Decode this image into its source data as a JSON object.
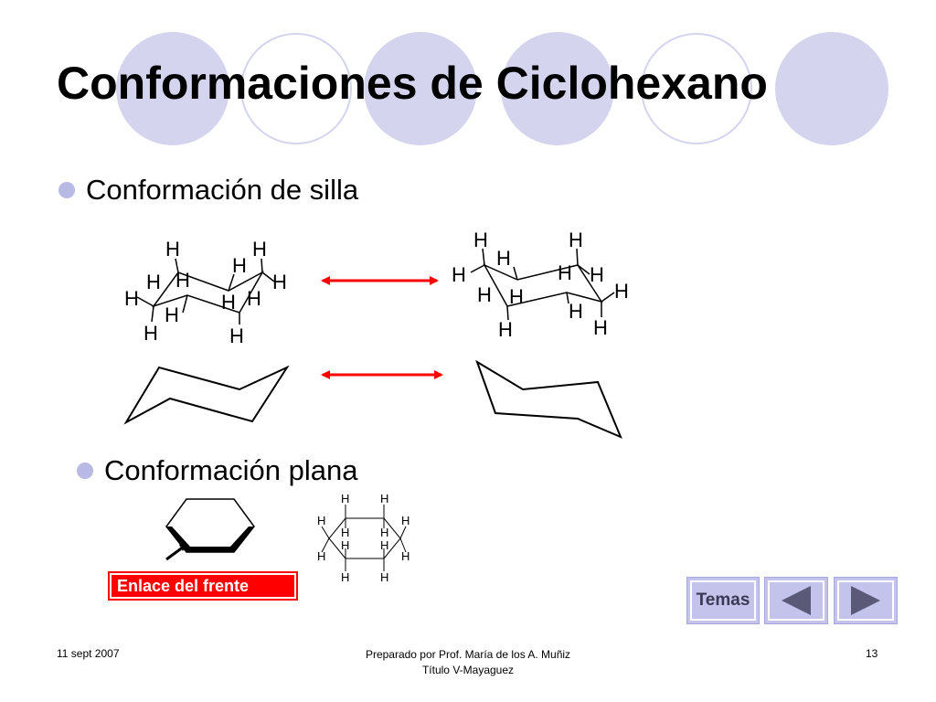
{
  "slide": {
    "title": "Conformaciones de Ciclohexano",
    "bullets": [
      "Conformación de silla",
      "Conformación plana"
    ]
  },
  "atoms": {
    "hydrogen": "H"
  },
  "labels": {
    "front_bond": "Enlace del frente"
  },
  "nav": {
    "temas": "Temas",
    "prev_icon": "triangle-left-icon",
    "next_icon": "triangle-right-icon"
  },
  "footer": {
    "date": "11 sept 2007",
    "author_line1": "Preparado por Prof. María de los A. Muñiz",
    "author_line2": "Título V-Mayaguez",
    "page_number": "13"
  },
  "colors": {
    "accent": "#b9b9e6",
    "arrow": "#ff0000",
    "button": "#c3c3ec",
    "label_bg": "#ff0000"
  }
}
